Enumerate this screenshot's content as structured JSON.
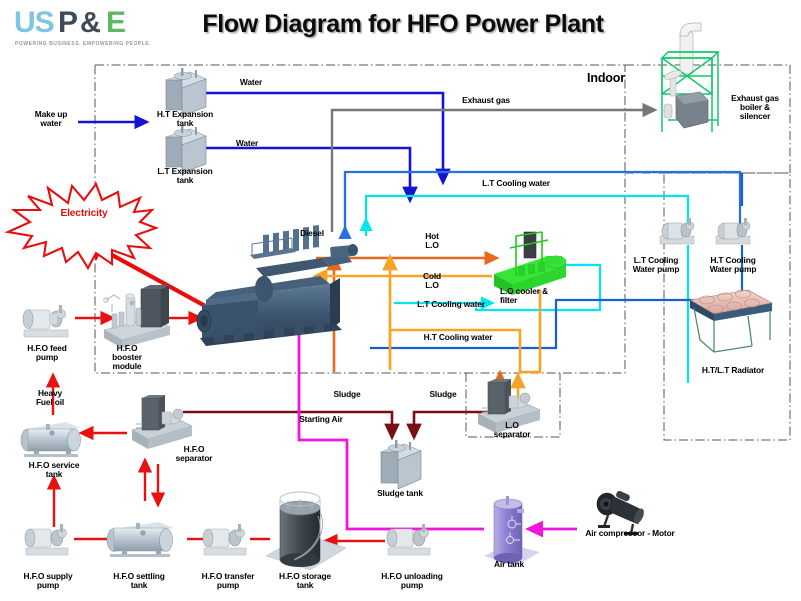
{
  "page": {
    "title": "Flow Diagram for HFO Power Plant",
    "bg_color": "#ffffff"
  },
  "logo": {
    "part_us": "US",
    "part_p": "P",
    "part_amp": "&",
    "part_e": "E",
    "tagline": "POWERING BUSINESS. EMPOWERING PEOPLE.",
    "color_us": "#7fc4e0",
    "color_p": "#3d4b56",
    "color_e": "#5dba63"
  },
  "zones": [
    {
      "name": "indoor",
      "label": "Indoor"
    }
  ],
  "equipment": [
    {
      "id": "ht-expansion-tank",
      "label": "H.T Expansion\ntank"
    },
    {
      "id": "lt-expansion-tank",
      "label": "L.T Expansion\ntank"
    },
    {
      "id": "exhaust-gas-boiler",
      "label": "Exhaust gas\nboiler &\nsilencer"
    },
    {
      "id": "diesel-engine",
      "label": "Diesel"
    },
    {
      "id": "lo-cooler-filter",
      "label": "L.O cooler &\nfilter"
    },
    {
      "id": "lt-cooling-water-pump",
      "label": "L.T Cooling\nWater pump"
    },
    {
      "id": "ht-cooling-water-pump",
      "label": "H.T Cooling\nWater pump"
    },
    {
      "id": "ht-lt-radiator",
      "label": "H.T/L.T Radiator"
    },
    {
      "id": "hfo-feed-pump",
      "label": "H.F.O feed\npump"
    },
    {
      "id": "hfo-booster-module",
      "label": "H.F.O\nbooster\nmodule"
    },
    {
      "id": "hfo-separator",
      "label": "H.F.O\nseparator"
    },
    {
      "id": "hfo-service-tank",
      "label": "H.F.O service\ntank"
    },
    {
      "id": "hfo-supply-pump",
      "label": "H.F.O supply\npump"
    },
    {
      "id": "hfo-settling-tank",
      "label": "H.F.O settling\ntank"
    },
    {
      "id": "hfo-transfer-pump",
      "label": "H.F.O transfer\npump"
    },
    {
      "id": "hfo-storage-tank",
      "label": "H.F.O storage\ntank"
    },
    {
      "id": "hfo-unloading-pump",
      "label": "H.F.O unloading\npump"
    },
    {
      "id": "lo-separator",
      "label": "L.O\nseparator"
    },
    {
      "id": "sludge-tank",
      "label": "Sludge tank"
    },
    {
      "id": "air-tank",
      "label": "Air tank"
    },
    {
      "id": "air-compressor-motor",
      "label": "Air compressor - Motor"
    },
    {
      "id": "electricity-burst",
      "label": "Electricity"
    }
  ],
  "flow_labels": [
    {
      "id": "make-up-water",
      "text": "Make up\nwater",
      "color": "#000000"
    },
    {
      "id": "water-ht",
      "text": "Water",
      "color": "#000000"
    },
    {
      "id": "water-lt",
      "text": "Water",
      "color": "#000000"
    },
    {
      "id": "exhaust-gas",
      "text": "Exhaust gas",
      "color": "#000000"
    },
    {
      "id": "lt-cooling-water",
      "text": "L.T Cooling water",
      "color": "#000000"
    },
    {
      "id": "hot-lo",
      "text": "Hot\nL.O",
      "color": "#000000"
    },
    {
      "id": "cold-lo",
      "text": "Cold\nL.O",
      "color": "#000000"
    },
    {
      "id": "lt-cooling-water2",
      "text": "L.T Cooling water",
      "color": "#000000"
    },
    {
      "id": "ht-cooling-water",
      "text": "H.T Cooling water",
      "color": "#000000"
    },
    {
      "id": "heavy-fuel-oil",
      "text": "Heavy\nFuel  oil",
      "color": "#000000"
    },
    {
      "id": "sludge-left",
      "text": "Sludge",
      "color": "#000000"
    },
    {
      "id": "sludge-right",
      "text": "Sludge",
      "color": "#000000"
    },
    {
      "id": "starting-air",
      "text": "Starting Air",
      "color": "#000000"
    }
  ],
  "pipe_colors": {
    "water_blue": "#1414d2",
    "lt_water_light_blue": "#2a6fe0",
    "lt_water_cyan": "#00e5f0",
    "ht_water_blue": "#1a5fd0",
    "exhaust_gray": "#777777",
    "hot_lo_orange": "#e8691a",
    "cold_lo_orange": "#f7a325",
    "fuel_red": "#e81010",
    "sludge_maroon": "#7a0f12",
    "starting_air_magenta": "#f015dc",
    "electricity_red": "#e80e0e",
    "zone_border": "#555555"
  }
}
